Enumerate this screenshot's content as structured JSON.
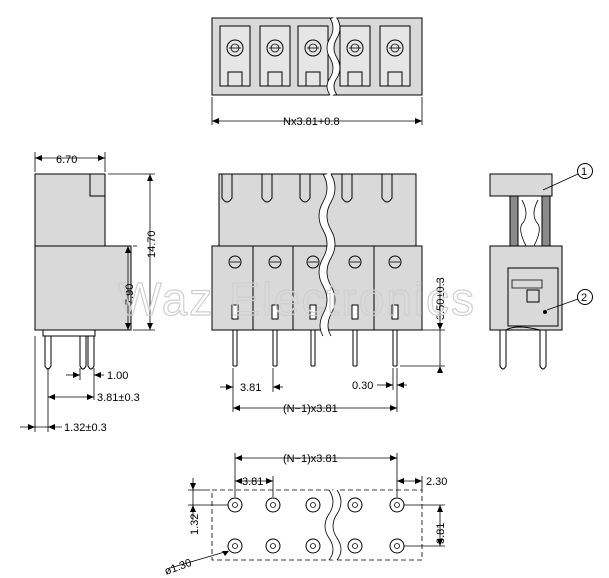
{
  "watermark": "Waz Electronics",
  "top_view": {
    "width_label": "Nx3.81+0.8"
  },
  "side_view": {
    "depth_label": "6.70",
    "height_label": "14.70",
    "body_height_label": "7.90",
    "pin_width_label": "1.00",
    "pin_pitch_label": "3.81±0.3",
    "offset_label": "1.32±0.3"
  },
  "front_view": {
    "pitch_label": "3.81",
    "span_label": "(N−1)x3.81",
    "pin_label": "0.30",
    "pin_length_label": "3.50±0.3"
  },
  "section_view": {
    "callout_1": "1",
    "callout_2": "2"
  },
  "footprint": {
    "span_label": "(N−1)x3.81",
    "pitch_label": "3.81",
    "edge_label": "2.30",
    "row_offset_label": "1.32",
    "row_pitch_label": "3.81",
    "hole_label": "ø1.30"
  }
}
